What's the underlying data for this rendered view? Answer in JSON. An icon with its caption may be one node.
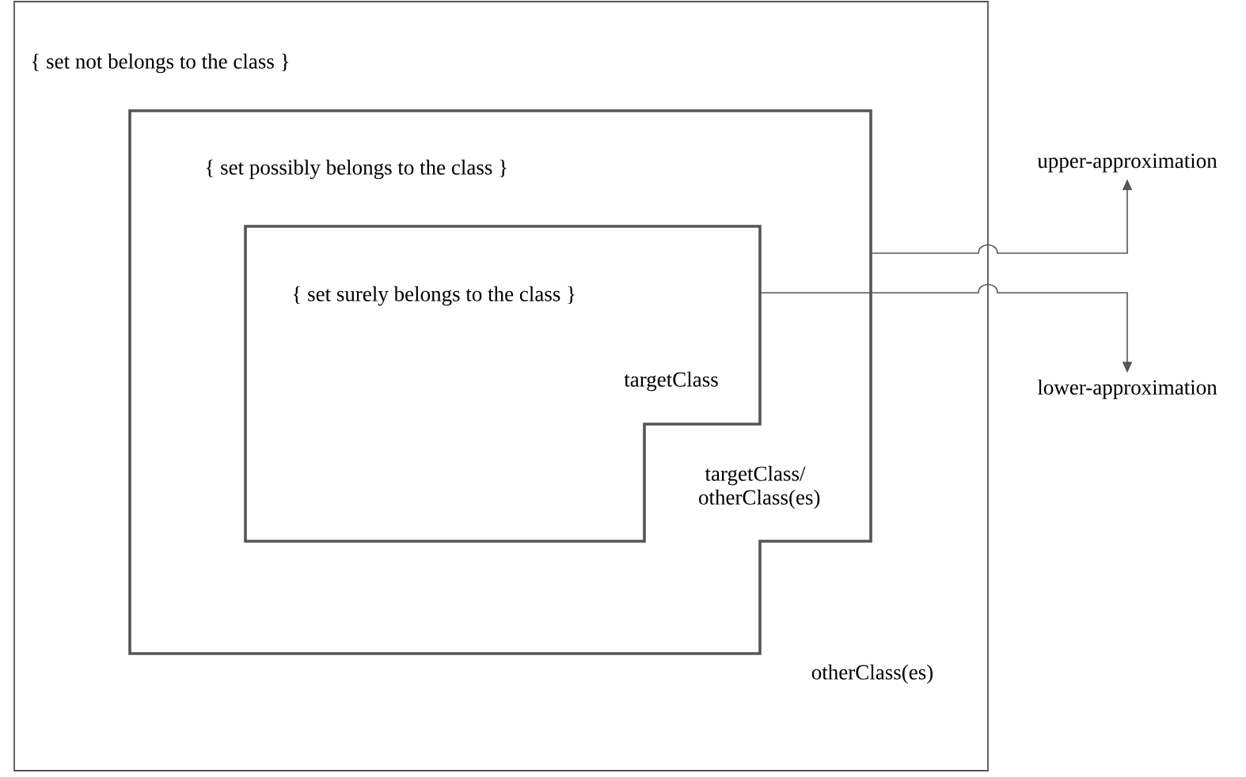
{
  "diagram": {
    "nodes": [
      {
        "text": [
          "{ set not belongs to the class }",
          "otherClass(es)"
        ]
      },
      {
        "text": [
          "{ set possibly belongs to the class }",
          "targetClass/ otherClass(es)"
        ],
        "in": 0
      },
      {
        "text": [
          "{ set surely belongs to the class }",
          "targetClass"
        ],
        "in": 1
      },
      {
        "text": [
          "upper-approximation"
        ]
      },
      {
        "text": [
          "lower-approximation"
        ]
      }
    ],
    "edges": [
      {
        "from": 1,
        "to": 3,
        "arrow": "to"
      },
      {
        "from": 2,
        "to": 4,
        "arrow": "to"
      }
    ]
  }
}
